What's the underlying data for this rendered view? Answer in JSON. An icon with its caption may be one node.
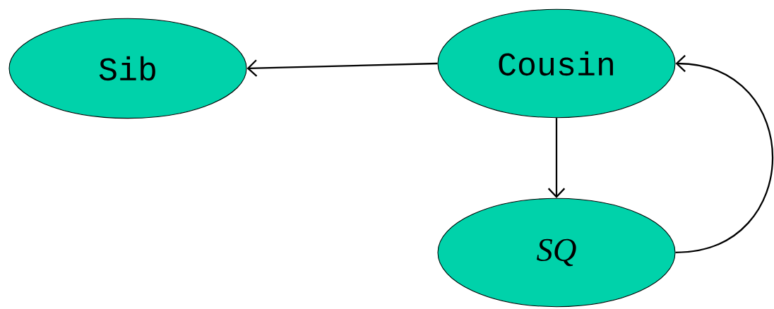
{
  "diagram": {
    "nodes": [
      {
        "text": [
          "Sib"
        ]
      },
      {
        "text": [
          "Cousin"
        ]
      },
      {
        "text": [
          "SQ"
        ]
      }
    ],
    "edges": [
      {
        "from": 1,
        "to": 0,
        "arrow": "to"
      },
      {
        "from": 1,
        "to": 2,
        "arrow": "to"
      },
      {
        "from": 2,
        "to": 1,
        "arrow": "to"
      }
    ]
  }
}
